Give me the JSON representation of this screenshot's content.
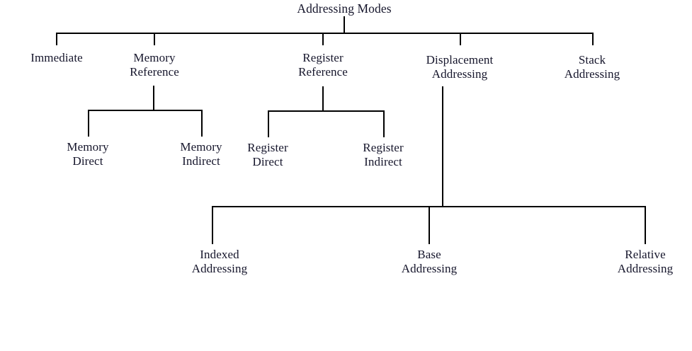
{
  "diagram": {
    "title": "Addressing Modes",
    "type": "tree-hierarchy",
    "root": {
      "label": "Addressing Modes"
    },
    "level1": [
      {
        "label": "Immediate"
      },
      {
        "label": "Memory\nReference"
      },
      {
        "label": "Register\nReference"
      },
      {
        "label": "Displacement\nAddressing"
      },
      {
        "label": "Stack\nAddressing"
      }
    ],
    "memory_children": [
      {
        "label": "Memory\nDirect"
      },
      {
        "label": "Memory\nIndirect"
      }
    ],
    "register_children": [
      {
        "label": "Register\nDirect"
      },
      {
        "label": "Register\nIndirect"
      }
    ],
    "displacement_children": [
      {
        "label": "Indexed\nAddressing"
      },
      {
        "label": "Base\nAddressing"
      },
      {
        "label": "Relative\nAddressing"
      }
    ],
    "colors": {
      "line": "#000000",
      "text": "#15152b",
      "background": "#ffffff"
    }
  }
}
